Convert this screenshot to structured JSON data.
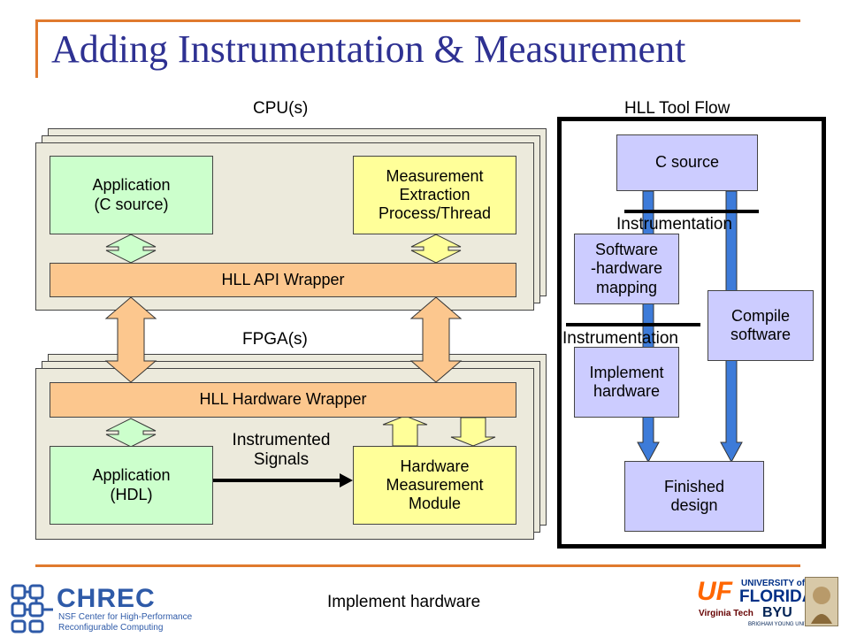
{
  "title": "Adding Instrumentation & Measurement",
  "cpu": {
    "label": "CPU(s)",
    "app_box": "Application\n(C source)",
    "measure_box": "Measurement\nExtraction\nProcess/Thread",
    "api_wrapper": "HLL API Wrapper"
  },
  "fpga": {
    "label": "FPGA(s)",
    "hw_wrapper": "HLL Hardware Wrapper",
    "app_box": "Application\n(HDL)",
    "signals_label": "Instrumented\nSignals",
    "measure_module": "Hardware\nMeasurement\nModule"
  },
  "tool_flow": {
    "label": "HLL Tool Flow",
    "c_source": "C source",
    "instrumentation_top": "Instrumentation",
    "sw_hw_mapping": "Software\n-hardware\nmapping",
    "compile_software": "Compile\nsoftware",
    "instrumentation_mid": "Instrumentation",
    "implement_hardware": "Implement\nhardware",
    "finished_design": "Finished\ndesign"
  },
  "footer": {
    "caption": "Implement hardware",
    "chrec_logo": "CHREC",
    "chrec_sub1": "NSF Center for High-Performance",
    "chrec_sub2": "Reconfigurable Computing",
    "uf_logo": "UF",
    "uf_university_of": "UNIVERSITY of",
    "uf_florida": "FLORIDA",
    "vt_logo": "Virginia Tech",
    "byu_logo": "BYU",
    "byu_sub": "BRIGHAM YOUNG UNIVERSITY"
  },
  "colors": {
    "title": "#2e3192",
    "rule": "#e07a2e",
    "green": "#ccffcc",
    "yellow": "#ffff99",
    "orange": "#fcc78e",
    "lavender": "#ccccff",
    "flow_arrow": "#3d7bd9"
  }
}
